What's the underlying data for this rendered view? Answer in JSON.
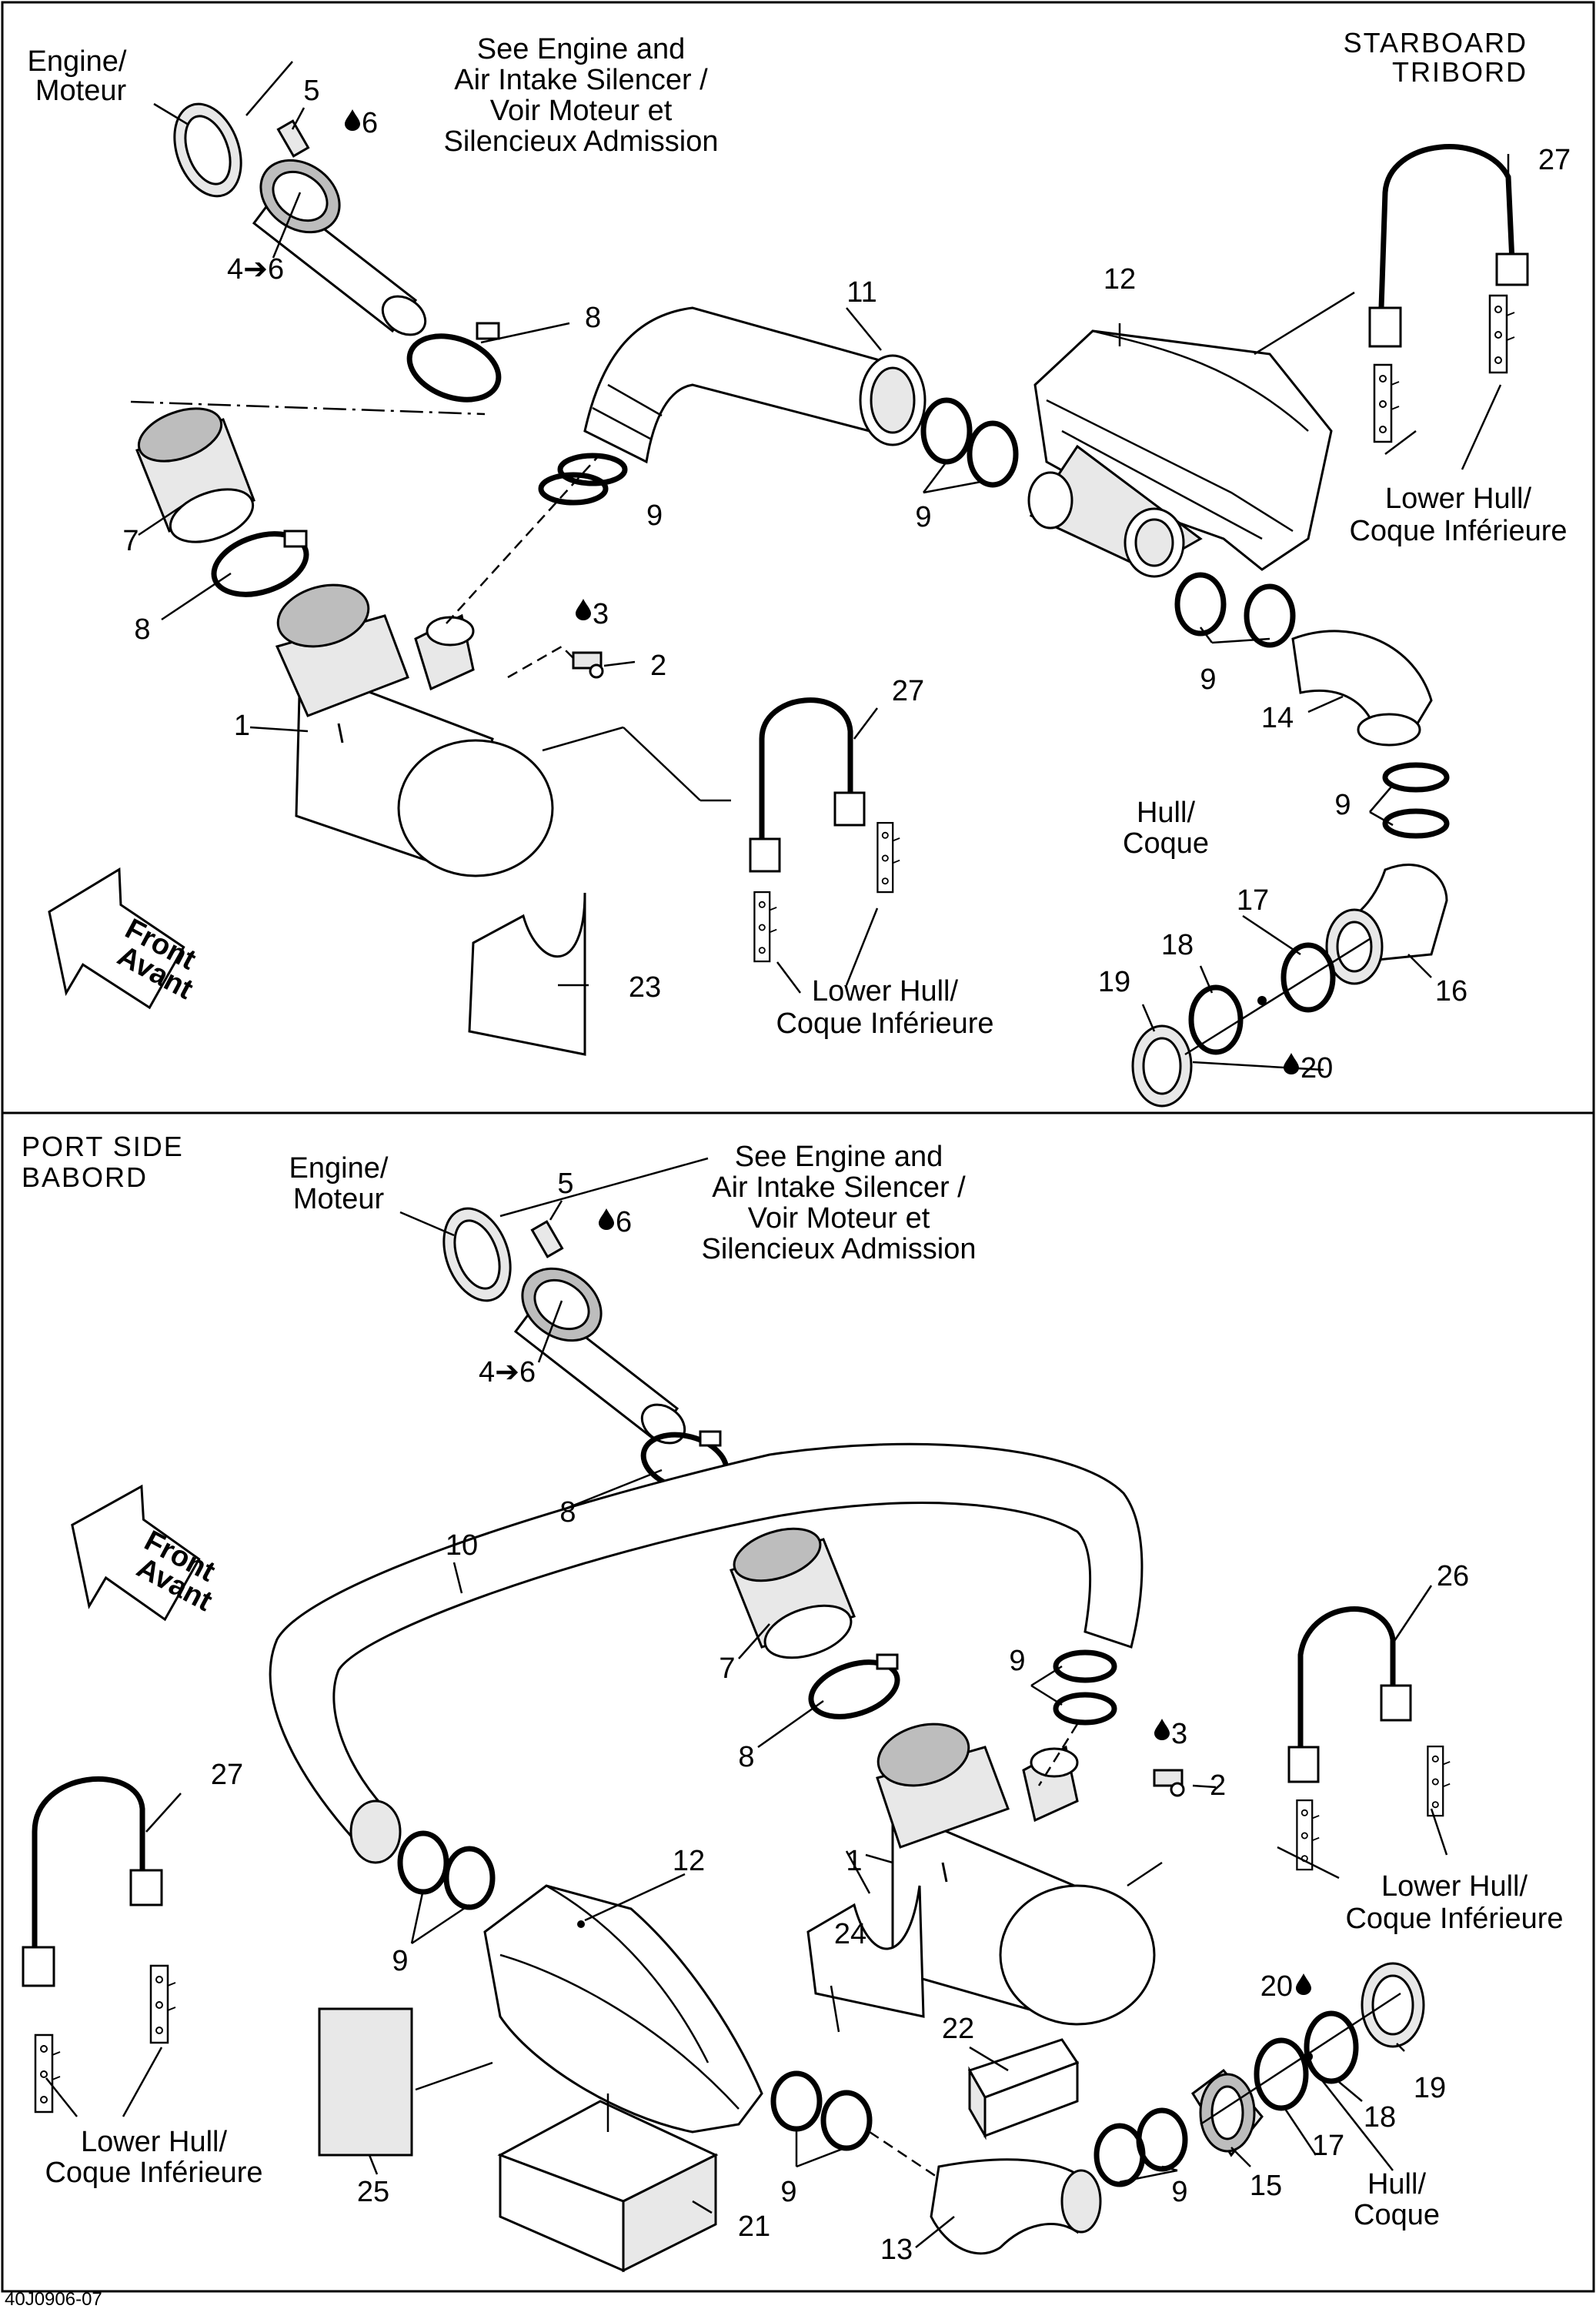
{
  "starboard": {
    "header_line1": "STARBOARD",
    "header_line2": "TRIBORD",
    "engine_ref": [
      "Engine/",
      "Moteur"
    ],
    "see_engine_note": [
      "See Engine and",
      "Air Intake Silencer /",
      "Voir Moteur et",
      "Silencieux Admission"
    ],
    "lower_hull_right": [
      "Lower Hull/",
      "Coque Inférieure"
    ],
    "lower_hull_mid": [
      "Lower Hull/",
      "Coque Inférieure"
    ],
    "hull_coque": [
      "Hull/",
      "Coque"
    ],
    "front_arrow": [
      "Front",
      "Avant"
    ],
    "callouts": {
      "c1": "1",
      "c2": "2",
      "c3": "3",
      "c4": "4➔6",
      "c5": "5",
      "c6": "6",
      "c7": "7",
      "c8a": "8",
      "c8b": "8",
      "c9a": "9",
      "c9b": "9",
      "c9c": "9",
      "c9d": "9",
      "c11": "11",
      "c12": "12",
      "c14": "14",
      "c16": "16",
      "c17": "17",
      "c18": "18",
      "c19": "19",
      "c20": "20",
      "c23": "23",
      "c27a": "27",
      "c27b": "27"
    }
  },
  "port": {
    "header_line1": "PORT SIDE",
    "header_line2": "BABORD",
    "engine_ref": [
      "Engine/",
      "Moteur"
    ],
    "see_engine_note": [
      "See Engine and",
      "Air Intake Silencer /",
      "Voir Moteur et",
      "Silencieux Admission"
    ],
    "lower_hull_right": [
      "Lower Hull/",
      "Coque Inférieure"
    ],
    "lower_hull_left": [
      "Lower Hull/",
      "Coque Inférieure"
    ],
    "hull_coque": [
      "Hull/",
      "Coque"
    ],
    "front_arrow": [
      "Front",
      "Avant"
    ],
    "callouts": {
      "c1": "1",
      "c2": "2",
      "c3": "3",
      "c4": "4➔6",
      "c5": "5",
      "c6": "6",
      "c7": "7",
      "c8a": "8",
      "c8b": "8",
      "c9a": "9",
      "c9b": "9",
      "c9c": "9",
      "c9d": "9",
      "c10": "10",
      "c12": "12",
      "c13": "13",
      "c15": "15",
      "c17": "17",
      "c18": "18",
      "c19": "19",
      "c20": "20",
      "c21": "21",
      "c22": "22",
      "c24": "24",
      "c25": "25",
      "c26": "26",
      "c27": "27"
    }
  },
  "figure_code": "40J0906-07"
}
